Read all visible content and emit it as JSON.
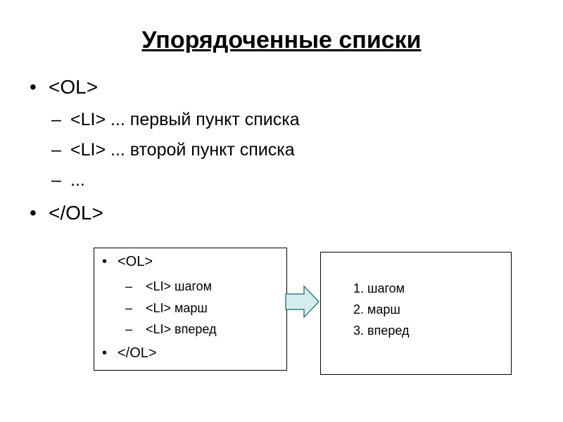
{
  "slide": {
    "title": "Упорядоченные списки"
  },
  "main_list": {
    "bullet": "•",
    "dash": "–",
    "open_tag": "<OL>",
    "items": [
      "<LI> ... первый пункт списка",
      "<LI> ... второй пункт списка",
      "..."
    ],
    "close_tag": "</OL>"
  },
  "example_code": {
    "bullet": "•",
    "dash": "–",
    "open_tag": "<OL>",
    "items": [
      "<LI> шагом",
      "<LI> марш",
      "<LI> вперед"
    ],
    "close_tag": "</OL>"
  },
  "example_result": {
    "items": [
      "1. шагом",
      "2. марш",
      "3. вперед"
    ]
  },
  "colors": {
    "arrow_fill": "#d5ecee",
    "arrow_stroke": "#3a7a8a"
  }
}
